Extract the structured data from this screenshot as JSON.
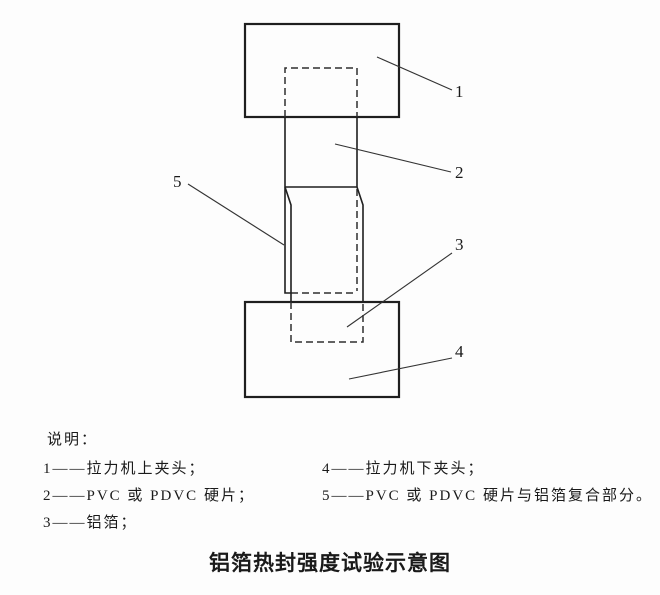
{
  "figure": {
    "callouts": [
      "1",
      "2",
      "3",
      "4",
      "5"
    ],
    "legend_title": "说明：",
    "legend_left": [
      "1——拉力机上夹头；",
      "2——PVC 或 PDVC 硬片；",
      "3——铝箔；"
    ],
    "legend_right": [
      "4——拉力机下夹头；",
      "5——PVC 或 PDVC 硬片与铝箔复合部分。"
    ],
    "caption": "铝箔热封强度试验示意图",
    "colors": {
      "line": "#1f1f1f",
      "dashed_line": "#2e2e2e",
      "text": "#1a1a1a",
      "background": "#fdfdfd"
    }
  }
}
